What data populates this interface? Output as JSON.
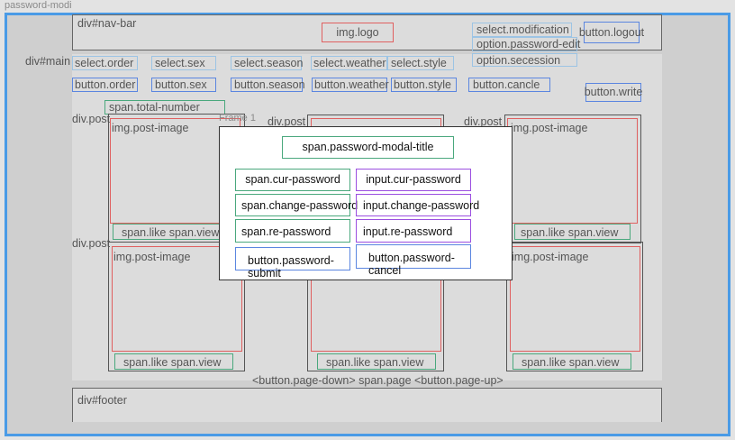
{
  "canvas": {
    "frame_name": "password-modi"
  },
  "nav": {
    "label": "div#nav-bar",
    "logo": "img.logo",
    "select_modification": "select.modification",
    "option_password_edit": "option.password-edit",
    "option_secession": "option.secession",
    "logout": "button.logout"
  },
  "main": {
    "label": "div#main",
    "selects": [
      "select.order",
      "select.sex",
      "select.season",
      "select.weather",
      "select.style"
    ],
    "buttons": [
      "button.order",
      "button.sex",
      "button.season",
      "button.weather",
      "button.style",
      "button.cancle"
    ],
    "write": "button.write",
    "total_number": "span.total-number",
    "frame_label": "Frame 1",
    "post_label": "div.post",
    "post_image": "img.post-image",
    "post_meta": "span.like  span.view",
    "pagination": "<button.page-down> span.page <button.page-up>"
  },
  "modal": {
    "title": "span.password-modal-title",
    "cur_password_label": "span.cur-password",
    "cur_password_input": "input.cur-password",
    "change_password_label": "span.change-password",
    "change_password_input": "input.change-password",
    "re_password_label": "span.re-password",
    "re_password_input": "input.re-password",
    "submit": "button.password-submit",
    "cancel": "button.password-cancel"
  },
  "footer": {
    "label": "div#footer"
  }
}
